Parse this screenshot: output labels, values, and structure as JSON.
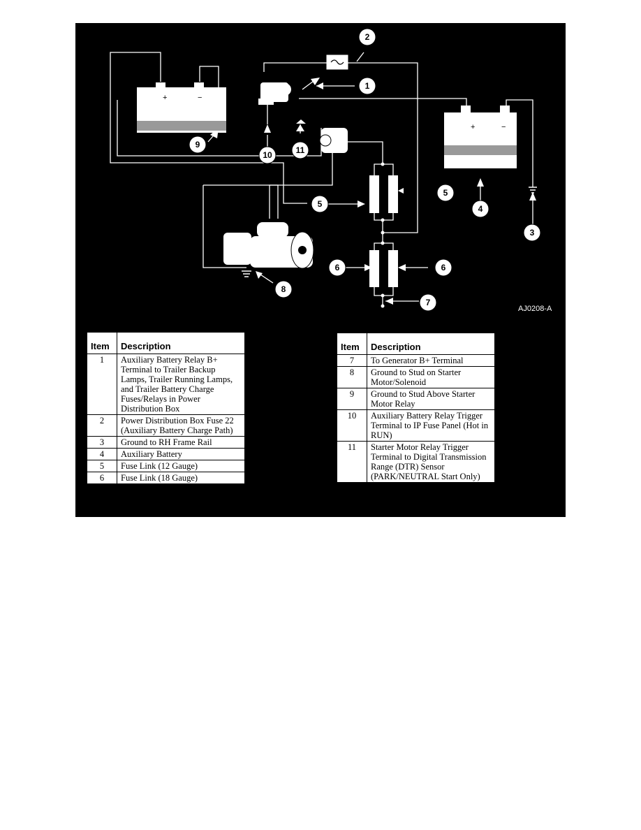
{
  "figure_ref": "AJ0208-A",
  "callouts": [
    {
      "num": "1"
    },
    {
      "num": "2"
    },
    {
      "num": "3"
    },
    {
      "num": "4"
    },
    {
      "num": "5"
    },
    {
      "num": "5"
    },
    {
      "num": "6"
    },
    {
      "num": "6"
    },
    {
      "num": "7"
    },
    {
      "num": "8"
    },
    {
      "num": "9"
    },
    {
      "num": "10"
    },
    {
      "num": "11"
    }
  ],
  "legend_left": {
    "header": {
      "item": "Item",
      "description": "Description"
    },
    "rows": [
      {
        "item": "1",
        "description": "Auxiliary Battery Relay B+ Terminal to Trailer Backup Lamps, Trailer Running Lamps, and Trailer Battery Charge Fuses/Relays in Power Distribution Box"
      },
      {
        "item": "2",
        "description": "Power Distribution Box Fuse 22 (Auxiliary Battery Charge Path)"
      },
      {
        "item": "3",
        "description": "Ground to RH Frame Rail"
      },
      {
        "item": "4",
        "description": "Auxiliary Battery"
      },
      {
        "item": "5",
        "description": "Fuse Link (12 Gauge)"
      },
      {
        "item": "6",
        "description": "Fuse Link (18 Gauge)"
      }
    ]
  },
  "legend_right": {
    "header": {
      "item": "Item",
      "description": "Description"
    },
    "rows": [
      {
        "item": "7",
        "description": "To Generator B+ Terminal"
      },
      {
        "item": "8",
        "description": "Ground to Stud on Starter Motor/Solenoid"
      },
      {
        "item": "9",
        "description": "Ground to Stud Above Starter Motor Relay"
      },
      {
        "item": "10",
        "description": "Auxiliary Battery Relay Trigger Terminal to IP Fuse Panel (Hot in RUN)"
      },
      {
        "item": "11",
        "description": "Starter Motor Relay Trigger Terminal to Digital Transmission Range (DTR) Sensor (PARK/NEUTRAL Start Only)"
      }
    ]
  }
}
